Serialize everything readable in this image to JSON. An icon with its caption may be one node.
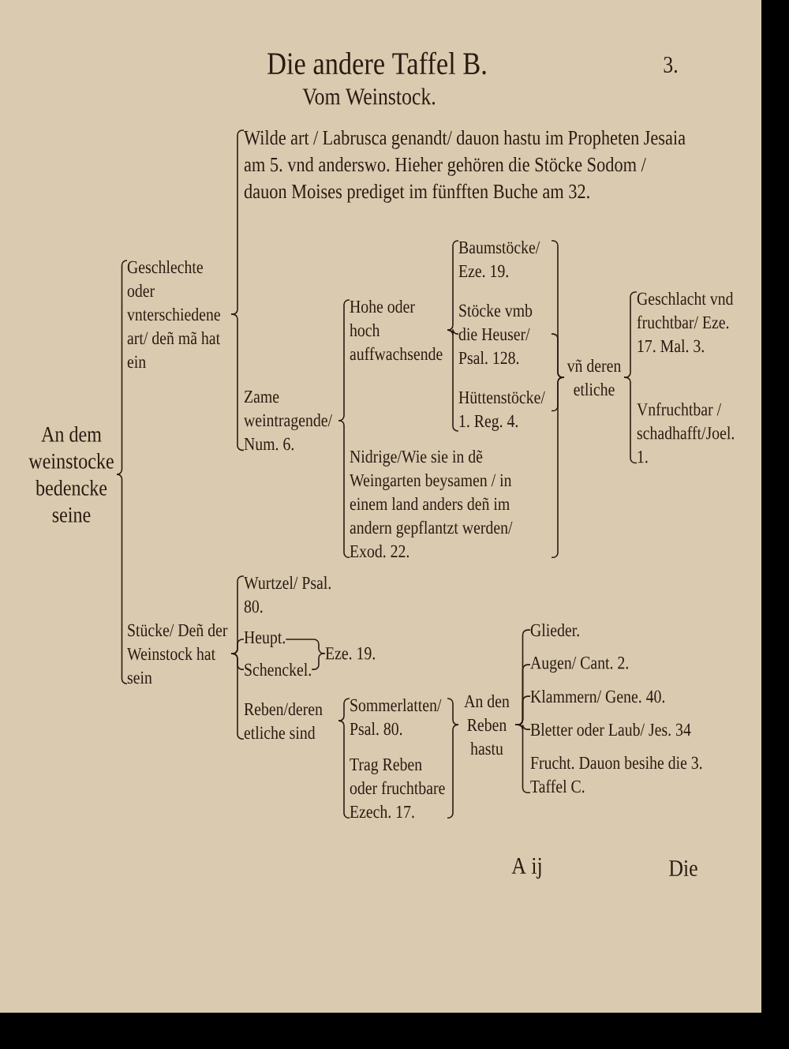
{
  "diagram": {
    "title": "Die andere Taffel B.",
    "nodes": [
      {
        "text": [
          "An dem weinstocke bedencke seine"
        ]
      },
      {
        "text": [
          "Geschlechte oder vnterschiedene art/ deñ mã hat ein"
        ]
      },
      {
        "text": [
          "Wilde art / Labrusca genandt/ dauon hastu im Propheten Jesaia am 5. vnd anderswo. Hieher gehören die Stöcke Sodom / dauon Moises prediget im fünfften Buche am 32."
        ]
      },
      {
        "text": [
          "Zame weintragende/ Num. 6."
        ]
      },
      {
        "text": [
          "Hohe oder hoch auffwachsende"
        ]
      },
      {
        "text": [
          "Baumstöcke/ Eze. 19."
        ]
      },
      {
        "text": [
          "Stöcke vmb die Heuser/ Psal. 128."
        ]
      },
      {
        "text": [
          "Hüttenstöcke/ 1. Reg. 4."
        ]
      },
      {
        "text": [
          "Nidrige/Wie sie in dẽ Weingarten beysamen / in einem land anders deñ im andern gepflantzt werden/ Exod. 22."
        ]
      },
      {
        "text": [
          "vñ deren etliche"
        ]
      },
      {
        "text": [
          "Geschlacht vnd fruchtbar/ Eze. 17. Mal. 3."
        ]
      },
      {
        "text": [
          "Vnfruchtbar / schadhafft/Joel. 1."
        ]
      },
      {
        "text": [
          "Stücke/ Deñ der Weinstock hat sein"
        ]
      },
      {
        "text": [
          "Wurtzel/ Psal. 80."
        ]
      },
      {
        "text": [
          "Heupt."
        ]
      },
      {
        "text": [
          "Schenckel."
        ]
      },
      {
        "text": [
          "Eze. 19."
        ]
      },
      {
        "text": [
          "Reben/deren etliche sind"
        ]
      },
      {
        "text": [
          "Sommerlatten/ Psal. 80."
        ]
      },
      {
        "text": [
          "Trag Reben oder fruchtbare Ezech. 17."
        ]
      },
      {
        "text": [
          "An den Reben hastu"
        ]
      },
      {
        "text": [
          "Glieder."
        ]
      },
      {
        "text": [
          "Augen/ Cant. 2."
        ]
      },
      {
        "text": [
          "Klammern/ Gene. 40."
        ]
      },
      {
        "text": [
          "Bletter oder Laub/ Jes. 34"
        ]
      },
      {
        "text": [
          "Frucht. Dauon besihe die 3. Taffel C."
        ]
      }
    ],
    "edges": [
      {
        "from": 0,
        "to": 1,
        "arrow": "none"
      },
      {
        "from": 0,
        "to": 12,
        "arrow": "none"
      },
      {
        "from": 1,
        "to": 2,
        "arrow": "none"
      },
      {
        "from": 1,
        "to": 3,
        "arrow": "none"
      },
      {
        "from": 3,
        "to": 4,
        "arrow": "none"
      },
      {
        "from": 3,
        "to": 8,
        "arrow": "none"
      },
      {
        "from": 4,
        "to": 5,
        "arrow": "none"
      },
      {
        "from": 4,
        "to": 6,
        "arrow": "none"
      },
      {
        "from": 4,
        "to": 7,
        "arrow": "none"
      },
      {
        "from": 5,
        "to": 9,
        "arrow": "none"
      },
      {
        "from": 6,
        "to": 9,
        "arrow": "none"
      },
      {
        "from": 7,
        "to": 9,
        "arrow": "none"
      },
      {
        "from": 8,
        "to": 9,
        "arrow": "none"
      },
      {
        "from": 9,
        "to": 10,
        "arrow": "none"
      },
      {
        "from": 9,
        "to": 11,
        "arrow": "none"
      },
      {
        "from": 12,
        "to": 13,
        "arrow": "none"
      },
      {
        "from": 12,
        "to": 14,
        "arrow": "none"
      },
      {
        "from": 12,
        "to": 15,
        "arrow": "none"
      },
      {
        "from": 12,
        "to": 17,
        "arrow": "none"
      },
      {
        "from": 14,
        "to": 16,
        "arrow": "none"
      },
      {
        "from": 15,
        "to": 16,
        "arrow": "none"
      },
      {
        "from": 17,
        "to": 18,
        "arrow": "none"
      },
      {
        "from": 17,
        "to": 19,
        "arrow": "none"
      },
      {
        "from": 18,
        "to": 20,
        "arrow": "none"
      },
      {
        "from": 19,
        "to": 20,
        "arrow": "none"
      },
      {
        "from": 20,
        "to": 21,
        "arrow": "none"
      },
      {
        "from": 20,
        "to": 22,
        "arrow": "none"
      },
      {
        "from": 20,
        "to": 23,
        "arrow": "none"
      },
      {
        "from": 20,
        "to": 24,
        "arrow": "none"
      },
      {
        "from": 20,
        "to": 25,
        "arrow": "none"
      }
    ],
    "labels": [
      "3.",
      "Vom Weinstock.",
      "A ij",
      "Die"
    ]
  }
}
